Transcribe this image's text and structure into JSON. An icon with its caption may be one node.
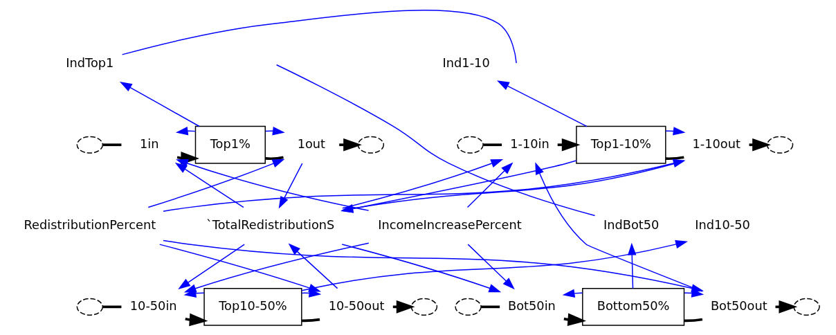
{
  "diagram": {
    "nodes": [
      {
        "text": [
          "IndTop1"
        ]
      },
      {
        "text": [
          "Ind1-10"
        ]
      },
      {
        "text": [],
        "shape": "cloud"
      },
      {
        "text": [
          "1in"
        ]
      },
      {
        "text": [
          "Top1%"
        ]
      },
      {
        "text": [
          "1out"
        ]
      },
      {
        "text": [],
        "shape": "cloud"
      },
      {
        "text": [],
        "shape": "cloud"
      },
      {
        "text": [
          "1-10in"
        ]
      },
      {
        "text": [
          "Top1-10%"
        ]
      },
      {
        "text": [
          "1-10out"
        ]
      },
      {
        "text": [],
        "shape": "cloud"
      },
      {
        "text": [
          "Ind10-50"
        ]
      },
      {
        "text": [
          "RedistributionPercent"
        ]
      },
      {
        "text": [
          "`TotalRedistributionS"
        ]
      },
      {
        "text": [
          "IncomeIncreasePercent"
        ]
      },
      {
        "text": [
          "IndBot50"
        ]
      },
      {
        "text": [],
        "shape": "cloud"
      },
      {
        "text": [
          "10-50in"
        ]
      },
      {
        "text": [
          "Top10-50%"
        ]
      },
      {
        "text": [
          "10-50out"
        ]
      },
      {
        "text": [],
        "shape": "cloud"
      },
      {
        "text": [],
        "shape": "cloud"
      },
      {
        "text": [
          "Bot50in"
        ]
      },
      {
        "text": [
          "Bottom50%"
        ]
      },
      {
        "text": [
          "Bot50out"
        ]
      },
      {
        "text": [],
        "shape": "cloud"
      }
    ],
    "edges": [
      {
        "from": 2,
        "to": 3,
        "arrow": "none",
        "style": "thick",
        "color": "#000000"
      },
      {
        "from": 3,
        "to": 4,
        "arrow": "to",
        "style": "thick",
        "color": "#000000"
      },
      {
        "from": 4,
        "to": 5,
        "arrow": "none",
        "style": "thick",
        "color": "#000000"
      },
      {
        "from": 5,
        "to": 6,
        "arrow": "to",
        "style": "thick",
        "color": "#000000"
      },
      {
        "from": 7,
        "to": 8,
        "arrow": "none",
        "style": "thick",
        "color": "#000000"
      },
      {
        "from": 8,
        "to": 9,
        "arrow": "to",
        "style": "thick",
        "color": "#000000"
      },
      {
        "from": 9,
        "to": 10,
        "arrow": "none",
        "style": "thick",
        "color": "#000000"
      },
      {
        "from": 10,
        "to": 11,
        "arrow": "to",
        "style": "thick",
        "color": "#000000"
      },
      {
        "from": 17,
        "to": 18,
        "arrow": "none",
        "style": "thick",
        "color": "#000000"
      },
      {
        "from": 18,
        "to": 19,
        "arrow": "to",
        "style": "thick",
        "color": "#000000"
      },
      {
        "from": 19,
        "to": 20,
        "arrow": "none",
        "style": "thick",
        "color": "#000000"
      },
      {
        "from": 20,
        "to": 21,
        "arrow": "to",
        "style": "thick",
        "color": "#000000"
      },
      {
        "from": 22,
        "to": 23,
        "arrow": "none",
        "style": "thick",
        "color": "#000000"
      },
      {
        "from": 23,
        "to": 24,
        "arrow": "to",
        "style": "thick",
        "color": "#000000"
      },
      {
        "from": 24,
        "to": 25,
        "arrow": "none",
        "style": "thick",
        "color": "#000000"
      },
      {
        "from": 25,
        "to": 26,
        "arrow": "to",
        "style": "thick",
        "color": "#000000"
      },
      {
        "from": 4,
        "to": 0,
        "arrow": "to"
      },
      {
        "from": 4,
        "to": 5,
        "arrow": "to"
      },
      {
        "from": 4,
        "to": 3,
        "arrow": "to"
      },
      {
        "from": 14,
        "to": 3,
        "arrow": "to"
      },
      {
        "from": 15,
        "to": 3,
        "arrow": "to"
      },
      {
        "from": 13,
        "to": 5,
        "arrow": "to"
      },
      {
        "from": 5,
        "to": 14,
        "arrow": "to"
      },
      {
        "from": 0,
        "to": null,
        "arrow": "none"
      },
      {
        "from": 9,
        "to": 1,
        "arrow": "to"
      },
      {
        "from": 9,
        "to": 10,
        "arrow": "to"
      },
      {
        "from": 9,
        "to": 14,
        "arrow": "to"
      },
      {
        "from": 14,
        "to": 8,
        "arrow": "to"
      },
      {
        "from": 15,
        "to": 8,
        "arrow": "to"
      },
      {
        "from": 25,
        "to": 8,
        "arrow": "to"
      },
      {
        "from": 13,
        "to": 10,
        "arrow": "to"
      },
      {
        "from": 10,
        "to": 14,
        "arrow": "to"
      },
      {
        "from": 19,
        "to": 12,
        "arrow": "to"
      },
      {
        "from": 14,
        "to": 18,
        "arrow": "to"
      },
      {
        "from": 15,
        "to": 18,
        "arrow": "to"
      },
      {
        "from": 19,
        "to": 18,
        "arrow": "to"
      },
      {
        "from": 19,
        "to": 20,
        "arrow": "to"
      },
      {
        "from": 13,
        "to": 20,
        "arrow": "to"
      },
      {
        "from": 20,
        "to": 14,
        "arrow": "to"
      },
      {
        "from": 14,
        "to": 23,
        "arrow": "to"
      },
      {
        "from": 15,
        "to": 23,
        "arrow": "to"
      },
      {
        "from": 24,
        "to": 23,
        "arrow": "to"
      },
      {
        "from": 13,
        "to": 25,
        "arrow": "to"
      },
      {
        "from": 24,
        "to": 25,
        "arrow": "to"
      },
      {
        "from": 24,
        "to": 16,
        "arrow": "to"
      },
      {
        "from": 16,
        "to": null,
        "arrow": "none"
      }
    ]
  }
}
